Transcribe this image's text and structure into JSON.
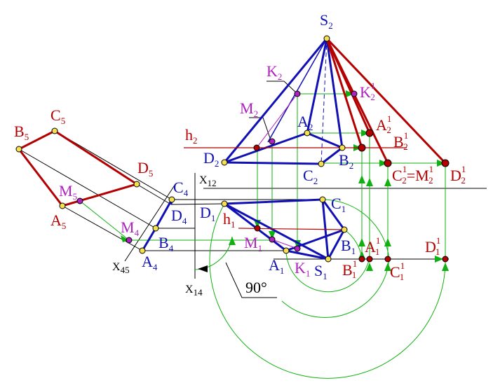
{
  "colors": {
    "blue": "#1010b4",
    "red": "#b40000",
    "green": "#10b010",
    "magenta": "#b020c0",
    "black": "#000000",
    "point_fill": "#f5e050"
  },
  "labels": {
    "S2": {
      "base": "S",
      "sub": "2"
    },
    "K2": {
      "base": "K",
      "sub": "2"
    },
    "K2_1": {
      "base": "K",
      "sub": "2",
      "sup": "1"
    },
    "M2": {
      "base": "M",
      "sub": "2"
    },
    "A2": {
      "base": "A",
      "sub": "2"
    },
    "A2_1": {
      "base": "A",
      "sub": "2",
      "sup": "1"
    },
    "B2_1": {
      "base": "B",
      "sub": "2",
      "sup": "1"
    },
    "h2": {
      "base": "h",
      "sub": "2"
    },
    "D2": {
      "base": "D",
      "sub": "2"
    },
    "B2": {
      "base": "B",
      "sub": "2"
    },
    "C2": {
      "base": "C",
      "sub": "2"
    },
    "C2M2_1": {
      "text": "C",
      "sub": "2",
      "sup": "1",
      "eq": "=M",
      "sub2": "2",
      "sup2": "1"
    },
    "D2_1": {
      "base": "D",
      "sub": "2",
      "sup": "1"
    },
    "X12": {
      "base": "X",
      "sub": "12"
    },
    "B5": {
      "base": "B",
      "sub": "5"
    },
    "C5": {
      "base": "C",
      "sub": "5"
    },
    "D5": {
      "base": "D",
      "sub": "5"
    },
    "M5": {
      "base": "M",
      "sub": "5"
    },
    "A5": {
      "base": "A",
      "sub": "5"
    },
    "C4": {
      "base": "C",
      "sub": "4"
    },
    "D4": {
      "base": "D",
      "sub": "4"
    },
    "M4": {
      "base": "M",
      "sub": "4"
    },
    "B4": {
      "base": "B",
      "sub": "4"
    },
    "A4": {
      "base": "A",
      "sub": "4"
    },
    "X45": {
      "base": "X",
      "sub": "45"
    },
    "D1": {
      "base": "D",
      "sub": "1"
    },
    "h1": {
      "base": "h",
      "sub": "1"
    },
    "C1": {
      "base": "C",
      "sub": "1"
    },
    "M1": {
      "base": "M",
      "sub": "1"
    },
    "B1": {
      "base": "B",
      "sub": "1"
    },
    "A1_1": {
      "base": "A",
      "sub": "1",
      "sup": "1"
    },
    "D1_1": {
      "base": "D",
      "sub": "1",
      "sup": "1"
    },
    "A1": {
      "base": "A",
      "sub": "1"
    },
    "K1": {
      "base": "K",
      "sub": "1"
    },
    "S1": {
      "base": "S",
      "sub": "1"
    },
    "B1_1": {
      "base": "B",
      "sub": "1",
      "sup": "1"
    },
    "C1_1": {
      "base": "C",
      "sub": "1",
      "sup": "1"
    },
    "X14": {
      "base": "X",
      "sub": "14"
    },
    "angle": {
      "base": "90°"
    }
  }
}
